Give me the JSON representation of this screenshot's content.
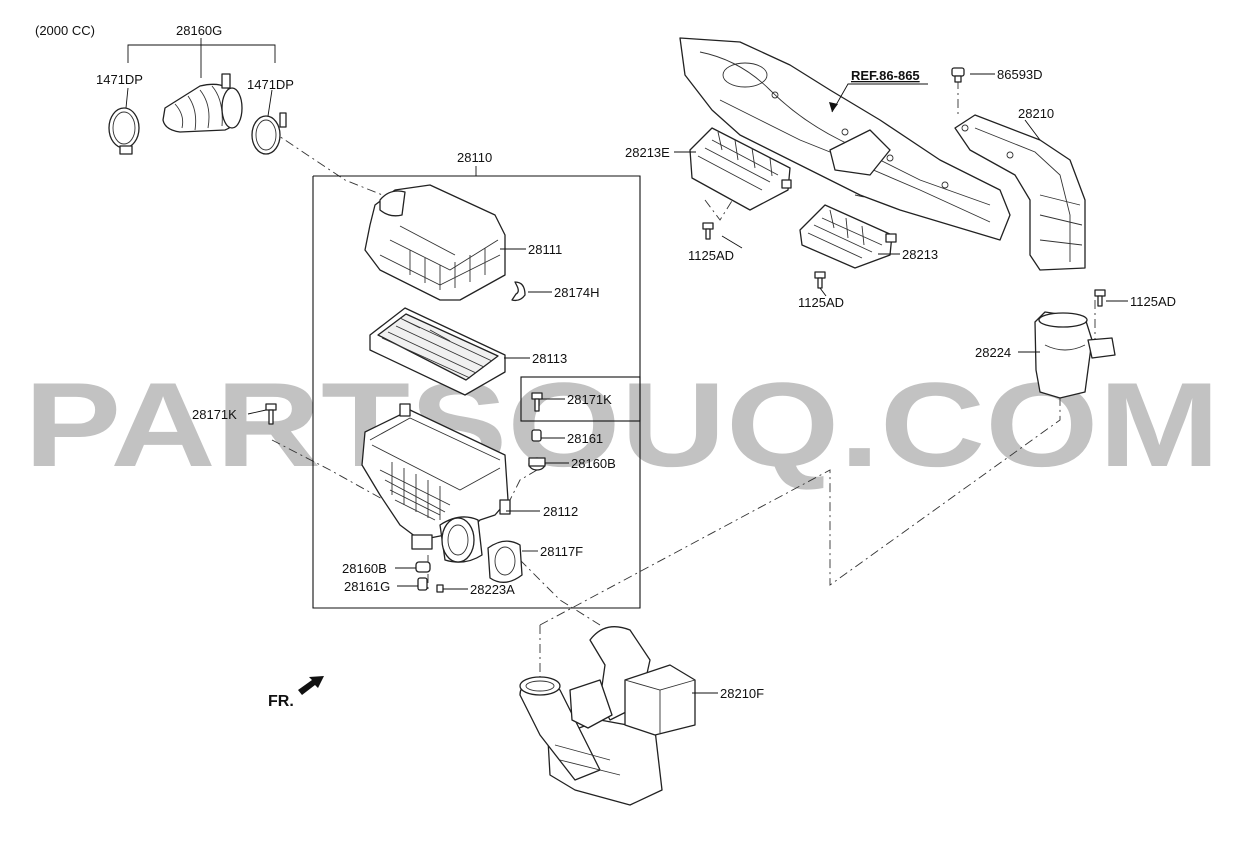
{
  "engine_note": "(2000 CC)",
  "watermark": "PARTSOUQ.COM",
  "front_indicator": "FR.",
  "reference": "REF.86-865",
  "callouts": {
    "p28160G": "28160G",
    "p1471DP_left": "1471DP",
    "p1471DP_right": "1471DP",
    "p28110": "28110",
    "p28111": "28111",
    "p28174H": "28174H",
    "p28113": "28113",
    "p28171K_left": "28171K",
    "p28171K_right": "28171K",
    "p28161": "28161",
    "p28160B_right": "28160B",
    "p28112": "28112",
    "p28117F": "28117F",
    "p28160B_left": "28160B",
    "p28161G": "28161G",
    "p28223A": "28223A",
    "p28213E": "28213E",
    "p1125AD_a": "1125AD",
    "p1125AD_b": "1125AD",
    "p28213": "28213",
    "p86593D": "86593D",
    "p28210": "28210",
    "p1125AD_c": "1125AD",
    "p28224": "28224",
    "p28210F": "28210F"
  }
}
